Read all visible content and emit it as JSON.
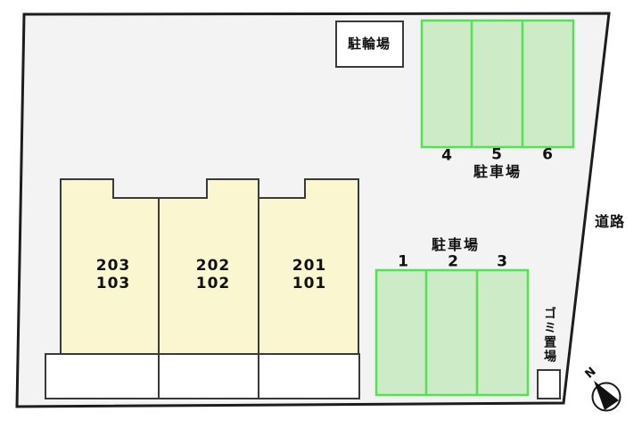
{
  "colors": {
    "site_fill": "#f3f3f3",
    "boundary": "#1d1d1d",
    "building_fill": "#faf6cf",
    "building_border": "#3a3a3a",
    "parking_fill": "#cdebc6",
    "parking_border": "#53e253",
    "box_fill": "#ffffff",
    "text": "#111111"
  },
  "labels": {
    "bicycle_parking": "駐輪場",
    "road": "道路",
    "garbage_area": "ゴミ置場",
    "north": "N"
  },
  "parking_top": {
    "title": "駐車場",
    "stalls": [
      "4",
      "5",
      "6"
    ]
  },
  "parking_mid": {
    "title": "駐車場",
    "stalls": [
      "1",
      "2",
      "3"
    ]
  },
  "building": {
    "units": [
      {
        "upper": "203",
        "lower": "103"
      },
      {
        "upper": "202",
        "lower": "102"
      },
      {
        "upper": "201",
        "lower": "101"
      }
    ]
  }
}
